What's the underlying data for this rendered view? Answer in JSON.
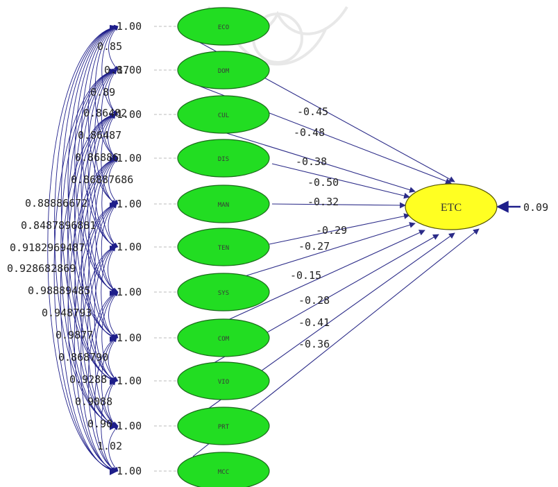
{
  "colors": {
    "path": "#2b2b88",
    "curve": "#1e1e8a",
    "latent_fill": "#22dd22",
    "latent_stroke": "#1a6a1a",
    "outcome_fill": "#ffff22",
    "outcome_stroke": "#555500",
    "variance_link": "#bbbbbb"
  },
  "diagram": {
    "outcome": {
      "label": "ETC",
      "error": "0.09"
    },
    "latents": [
      {
        "label": "ECO",
        "variance": "1.00",
        "path": "-0.45"
      },
      {
        "label": "DOM",
        "variance": "1.00",
        "path": "-0.48"
      },
      {
        "label": "CUL",
        "variance": "1.00",
        "path": "-0.38"
      },
      {
        "label": "DIS",
        "variance": "1.00",
        "path": "-0.50"
      },
      {
        "label": "MAN",
        "variance": "1.00",
        "path": "-0.32"
      },
      {
        "label": "TEN",
        "variance": "1.00",
        "path": "-0.29"
      },
      {
        "label": "SYS",
        "variance": "1.00",
        "path": "-0.27"
      },
      {
        "label": "COM",
        "variance": "1.00",
        "path": "-0.15"
      },
      {
        "label": "VIO",
        "variance": "1.00",
        "path": "-0.28"
      },
      {
        "label": "PRT",
        "variance": "1.00",
        "path": "-0.41"
      },
      {
        "label": "MCC",
        "variance": "1.00",
        "path": "-0.36"
      }
    ],
    "correlation_labels": [
      "0.85",
      "0.87",
      "0.89",
      "0.86482",
      "0.86487",
      "0.86886",
      "0.86887686",
      "0.88886672",
      "0.8487896881",
      "0.9182969487",
      "0.928682869",
      "0.98889485",
      "0.948793",
      "0.9877",
      "0.868790",
      "0.9288",
      "0.9088",
      "0.90",
      "1.02"
    ]
  }
}
